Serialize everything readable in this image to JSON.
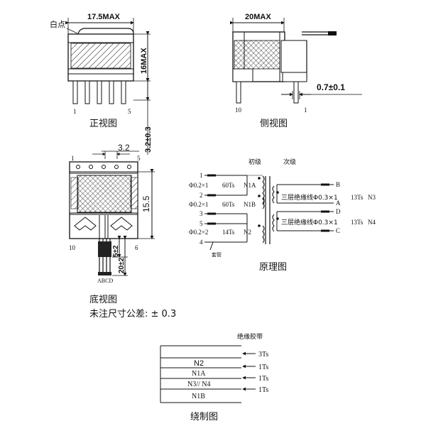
{
  "front_view": {
    "caption": "正视图",
    "dot_label": "白点",
    "width_dim": "17.5MAX",
    "height_dim": "16MAX",
    "pin_left": "1",
    "pin_right": "5"
  },
  "side_view": {
    "caption": "侧视图",
    "width_dim": "20MAX",
    "pin_pitch_dim": "0.7±0.1",
    "pin_left": "10",
    "pin_right": "1"
  },
  "bottom_view": {
    "caption": "底视图",
    "tolerance_note": "未注尺寸公差: ± 0.3",
    "standoff_dim": "3.2±0.3",
    "pitch_dim": "3.2",
    "row_dim": "15.5",
    "lead_dim_1": "5±2",
    "lead_dim_2": "20±2",
    "lead_labels": "ABCD",
    "pin_1": "1",
    "pin_5": "5",
    "pin_10": "10",
    "pin_6": "6"
  },
  "schematic": {
    "caption": "原理图",
    "primary_label": "初级",
    "secondary_label": "次级",
    "windings": [
      {
        "spec": "Φ0.2×1",
        "turns": "60Ts",
        "name": "N1A"
      },
      {
        "spec": "Φ0.2×1",
        "turns": "60Ts",
        "name": "N1B"
      },
      {
        "spec": "Φ0.2×2",
        "turns": "14Ts",
        "name": "N2"
      },
      {
        "spec": "三层绝缘线Φ0.3×1",
        "turns": "13Ts",
        "name": "N3"
      },
      {
        "spec": "三层绝缘线Φ0.3×1",
        "turns": "13Ts",
        "name": "N4"
      }
    ],
    "pins_left": [
      "1",
      "2",
      "3",
      "5",
      "4"
    ],
    "pins_right": [
      "B",
      "A",
      "D",
      "C"
    ],
    "sleeve_label": "套管"
  },
  "winding_diagram": {
    "caption": "绕制图",
    "tape_label": "绝缘胶带",
    "layers": [
      "N2",
      "N1A",
      "N3// N4",
      "N1B"
    ],
    "tape_turns": [
      "3Ts",
      "1Ts",
      "1Ts",
      "1Ts"
    ]
  }
}
